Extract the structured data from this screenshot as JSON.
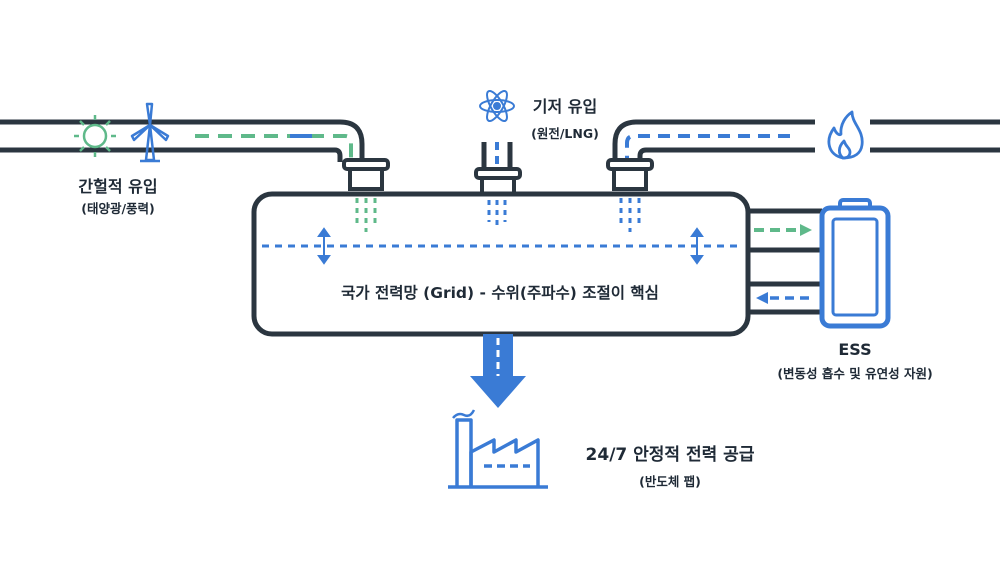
{
  "labels": {
    "intermittent_title": "간헐적 유입",
    "intermittent_sub": "(태양광/풍력)",
    "base_title": "기저 유입",
    "base_sub": "(원전/LNG)",
    "grid": "국가 전력망 (Grid) - 수위(주파수) 조절이 핵심",
    "ess_title": "ESS",
    "ess_sub": "(변동성 흡수 및 유연성 자원)",
    "supply_title": "24/7 안정적 전력 공급",
    "supply_sub": "(반도체 팹)"
  },
  "icons": [
    "sun-icon",
    "wind-turbine-icon",
    "atom-icon",
    "flame-icon",
    "battery-icon",
    "factory-icon",
    "down-arrow-icon"
  ],
  "colors": {
    "pipe": "#2b3640",
    "green": "#5fb98a",
    "blue": "#3a7bd5",
    "text": "#1f2a36"
  }
}
